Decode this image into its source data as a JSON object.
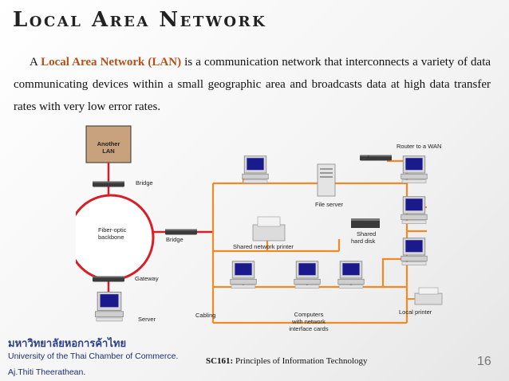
{
  "title": "Local Area Network",
  "intro": {
    "prefix": "A",
    "term": "Local Area Network (LAN)",
    "rest": "is a communication network that interconnects a variety of data communicating devices within a small geographic area and broadcasts data at high data transfer rates with very low error rates."
  },
  "diagram": {
    "labels": {
      "another_lan_1": "Another",
      "another_lan_2": "LAN",
      "bridge_top": "Bridge",
      "fiber_1": "Fiber-optic",
      "fiber_2": "backbone",
      "bridge_mid": "Bridge",
      "gateway": "Gateway",
      "server": "Server",
      "cabling": "Cabling",
      "computers_1": "Computers",
      "computers_2": "with network",
      "computers_3": "interface cards",
      "shared_printer": "Shared network printer",
      "file_server": "File server",
      "shared_disk_1": "Shared",
      "shared_disk_2": "hard disk",
      "router": "Router to a WAN",
      "local_printer": "Local printer"
    },
    "colors": {
      "cable": "#f08a24",
      "backbone": "#d61f26",
      "lan_box": "#c8a27d"
    }
  },
  "footer": {
    "thai_name": "มหาวิทยาลัยหอการค้าไทย",
    "university": "University of the Thai Chamber of Commerce.",
    "author": "Aj.Thiti   Theerathean.",
    "course_code": "SC161:",
    "course_name": "Principles of Information Technology",
    "page_number": "16"
  }
}
